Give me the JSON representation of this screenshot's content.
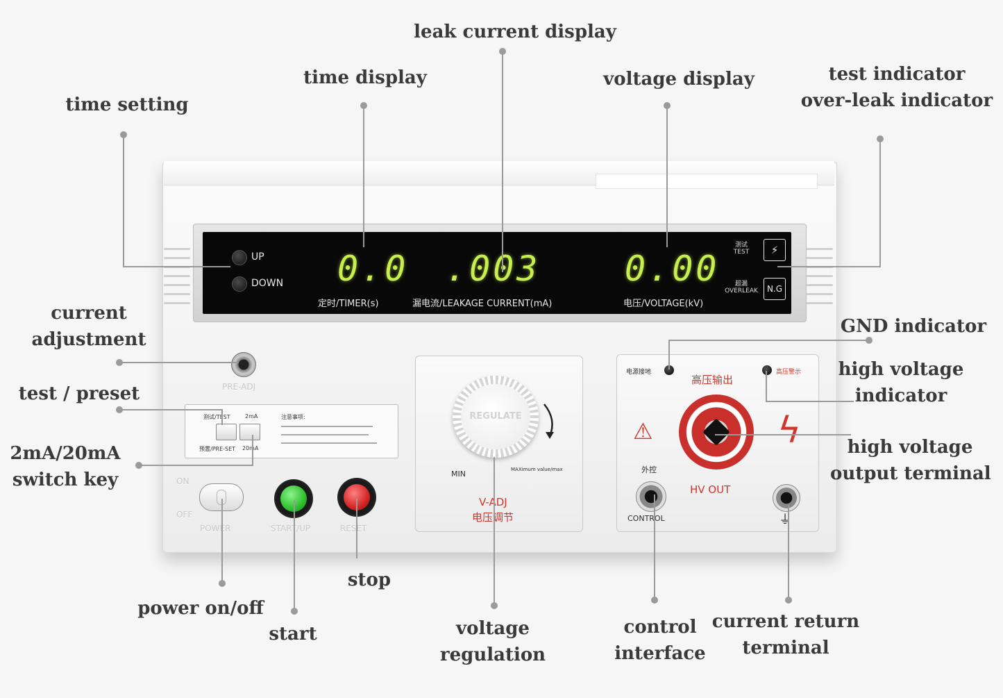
{
  "callouts": {
    "leak_current_display": "leak current display",
    "time_display": "time display",
    "voltage_display": "voltage display",
    "test_indicator_line1": "test indicator",
    "test_indicator_line2": "over-leak indicator",
    "time_setting": "time setting",
    "current_adjustment_line1": "current",
    "current_adjustment_line2": "adjustment",
    "test_preset": "test / preset",
    "switch_key_line1": "2mA/20mA",
    "switch_key_line2": "switch key",
    "gnd_indicator": "GND indicator",
    "high_voltage_indicator_line1": "high voltage",
    "high_voltage_indicator_line2": "indicator",
    "hv_output_terminal_line1": "high voltage",
    "hv_output_terminal_line2": "output terminal",
    "power_on_off": "power on/off",
    "start": "start",
    "stop": "stop",
    "voltage_regulation_line1": "voltage",
    "voltage_regulation_line2": "regulation",
    "control_interface_line1": "control",
    "control_interface_line2": "interface",
    "current_return_line1": "current return",
    "current_return_line2": "terminal"
  },
  "display": {
    "up_label": "UP",
    "down_label": "DOWN",
    "timer_value": "0.0",
    "leakage_value": ".003",
    "voltage_value": "0.00",
    "timer_caption": "定时/TIMER(s)",
    "leakage_caption": "漏电流/LEAKAGE CURRENT(mA)",
    "voltage_caption": "电压/VOLTAGE(kV)",
    "test_cn": "测试",
    "test_en": "TEST",
    "overleak_cn": "超漏",
    "overleak_en": "OVERLEAK",
    "test_symbol": "⚡",
    "ng_label": "N.G"
  },
  "front": {
    "pre_adj": "PRE-ADJ",
    "test_key_label": "测试/TEST",
    "preset_key_label": "预置/PRE-SET",
    "ma2_label": "2mA",
    "ma20_label": "20mA",
    "notes_title": "注意事项:",
    "on_label": "ON",
    "off_label": "OFF",
    "power_label": "POWER",
    "start_label": "START/UP",
    "reset_label": "RESET",
    "regulate_label": "REGULATE",
    "min_label": "MIN",
    "max_label": "MAXimum value/max",
    "vadj_en": "V-ADJ",
    "vadj_cn": "电压调节",
    "gnd_cn": "电源接地",
    "hv_warn_cn": "高压警示",
    "hv_out_cn": "高压输出",
    "hv_out_en": "HV OUT",
    "ext_ctrl_cn": "外控",
    "control_label": "CONTROL",
    "warning_symbol": "⚠",
    "lightning_symbol": "ϟ",
    "ground_symbol": "⏚"
  },
  "colors": {
    "segment_green": "#c6ef4e",
    "start_green": "#2ec02e",
    "reset_red": "#d42525",
    "hv_red": "#c9302c",
    "label_red": "#d2352b"
  }
}
